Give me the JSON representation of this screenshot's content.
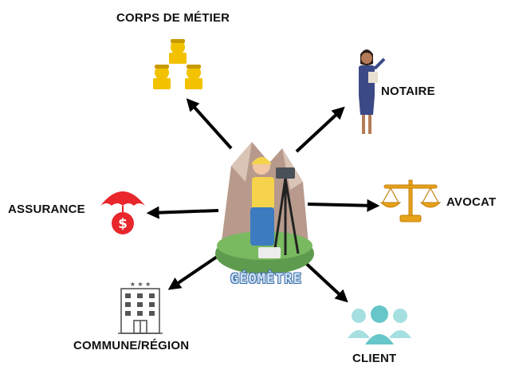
{
  "center": {
    "caption": "GÉOMÈTRE"
  },
  "nodes": {
    "corps_de_metier": "CORPS DE MÉTIER",
    "notaire": "NOTAIRE",
    "avocat": "AVOCAT",
    "assurance": "ASSURANCE",
    "commune_region": "COMMUNE/RÉGION",
    "client": "CLIENT"
  },
  "colors": {
    "arrow": "#000000",
    "workers": "#f2c200",
    "insurance": "#e8262b",
    "scales": "#e6a21a",
    "building": "#555555",
    "client": "#67c6c9",
    "notary_suit": "#3b4a86",
    "center_caption_outline": "#3e6fa6"
  }
}
